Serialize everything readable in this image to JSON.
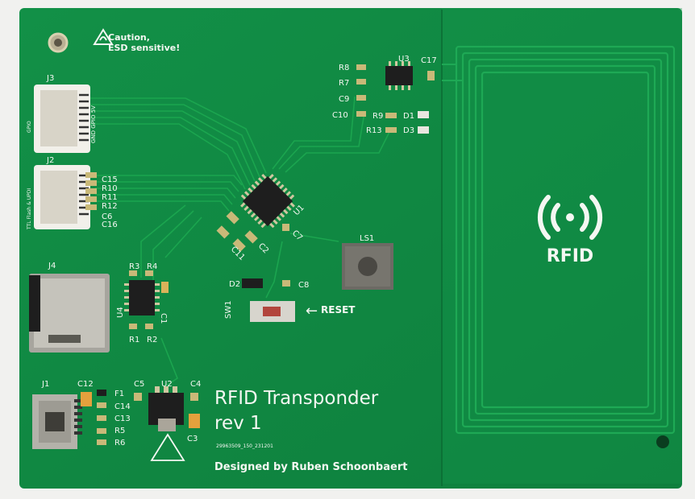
{
  "board": {
    "caution_line1": "Caution,",
    "caution_line2": "ESD sensitive!",
    "title": "RFID Transponder",
    "revision": "rev 1",
    "serial": "29963509_150_231201",
    "designer": "Designed by Ruben Schoonbaert",
    "reset_label": "RESET",
    "rfid_label": "RFID",
    "j3_pins": "GND GPIO 5V",
    "j3_side": "GPIO",
    "j2_side": "TTL Flash & UPDI"
  },
  "components": [
    {
      "ref": "J3"
    },
    {
      "ref": "J2"
    },
    {
      "ref": "J4"
    },
    {
      "ref": "J1"
    },
    {
      "ref": "U1"
    },
    {
      "ref": "U2"
    },
    {
      "ref": "U3"
    },
    {
      "ref": "U4"
    },
    {
      "ref": "LS1"
    },
    {
      "ref": "SW1"
    },
    {
      "ref": "R1"
    },
    {
      "ref": "R2"
    },
    {
      "ref": "R3"
    },
    {
      "ref": "R4"
    },
    {
      "ref": "R5"
    },
    {
      "ref": "R6"
    },
    {
      "ref": "R7"
    },
    {
      "ref": "R8"
    },
    {
      "ref": "R9"
    },
    {
      "ref": "R10"
    },
    {
      "ref": "R11"
    },
    {
      "ref": "R12"
    },
    {
      "ref": "R13"
    },
    {
      "ref": "C1"
    },
    {
      "ref": "C2"
    },
    {
      "ref": "C3"
    },
    {
      "ref": "C4"
    },
    {
      "ref": "C5"
    },
    {
      "ref": "C6"
    },
    {
      "ref": "C7"
    },
    {
      "ref": "C8"
    },
    {
      "ref": "C9"
    },
    {
      "ref": "C10"
    },
    {
      "ref": "C11"
    },
    {
      "ref": "C12"
    },
    {
      "ref": "C13"
    },
    {
      "ref": "C14"
    },
    {
      "ref": "C15"
    },
    {
      "ref": "C16"
    },
    {
      "ref": "C17"
    },
    {
      "ref": "D1"
    },
    {
      "ref": "D2"
    },
    {
      "ref": "D3"
    },
    {
      "ref": "F1"
    }
  ],
  "colors": {
    "background": "#f1f1ef",
    "pcb": "#128a45",
    "pcb_dark": "#0d7a3c",
    "trace": "#19a350",
    "silkscreen": "#f4f7f2",
    "pad": "#c9b978",
    "chip": "#1e1e1e"
  }
}
